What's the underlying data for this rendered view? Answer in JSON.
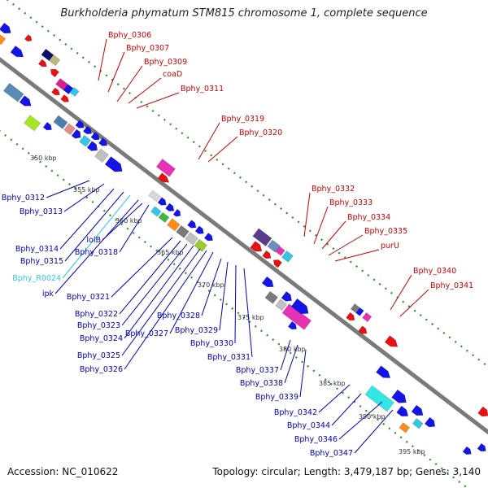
{
  "title": "Burkholderia phymatum STM815 chromosome 1, complete sequence",
  "footer": {
    "accession_text": "Accession: NC_010622",
    "summary_text": "Topology: circular; Length: 3,479,187 bp; Genes: 3,140"
  },
  "colors": {
    "backbone": "#7a7a7a",
    "gc_dots": "#2e8b2e",
    "label_red": "#cc0000",
    "label_blue": "#0000bb",
    "label_cyan": "#33c6e6",
    "gene_blue": "#1414e6",
    "gene_red": "#e81010"
  },
  "kbp_ticks": [
    "350 kbp",
    "355 kbp",
    "360 kbp",
    "365 kbp",
    "370 kbp",
    "375 kbp",
    "380 kbp",
    "385 kbp",
    "390 kbp",
    "395 kbp"
  ],
  "labels_top": [
    "Bphy_0306",
    "Bphy_0307",
    "Bphy_0309",
    "coaD",
    "Bphy_0311",
    "Bphy_0319",
    "Bphy_0320",
    "Bphy_0332",
    "Bphy_0333",
    "Bphy_0334",
    "Bphy_0335",
    "purU",
    "Bphy_0340",
    "Bphy_0341"
  ],
  "labels_bottom": [
    "Bphy_0312",
    "Bphy_0313",
    "Bphy_0314",
    "Bphy_0315",
    "Bphy_R0024",
    "ipk",
    "lolB",
    "Bphy_0318",
    "Bphy_0321",
    "Bphy_0322",
    "Bphy_0323",
    "Bphy_0324",
    "Bphy_0325",
    "Bphy_0326",
    "Bphy_0327",
    "Bphy_0328",
    "Bphy_0329",
    "Bphy_0330",
    "Bphy_0331",
    "Bphy_0337",
    "Bphy_0338",
    "Bphy_0339",
    "Bphy_0342",
    "Bphy_0344",
    "Bphy_0346",
    "Bphy_0347"
  ]
}
